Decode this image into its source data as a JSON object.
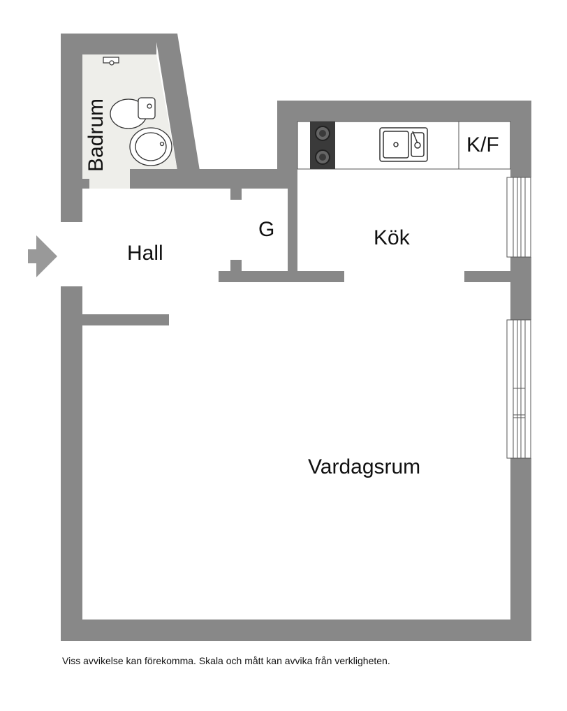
{
  "rooms": {
    "badrum": "Badrum",
    "hall": "Hall",
    "g": "G",
    "kok": "Kök",
    "kf": "K/F",
    "vardagsrum": "Vardagsrum"
  },
  "disclaimer": "Viss avvikelse kan förekomma. Skala och mått kan avvika från verkligheten.",
  "colors": {
    "wall": "#888888",
    "bathroom_floor": "#eeeeea",
    "stove": "#3a3a3a",
    "entrance_arrow": "#999999"
  },
  "icons": [
    "entrance-arrow-icon",
    "toilet-icon",
    "sink-icon",
    "faucet-icon",
    "stove-icon",
    "kitchen-sink-icon"
  ]
}
